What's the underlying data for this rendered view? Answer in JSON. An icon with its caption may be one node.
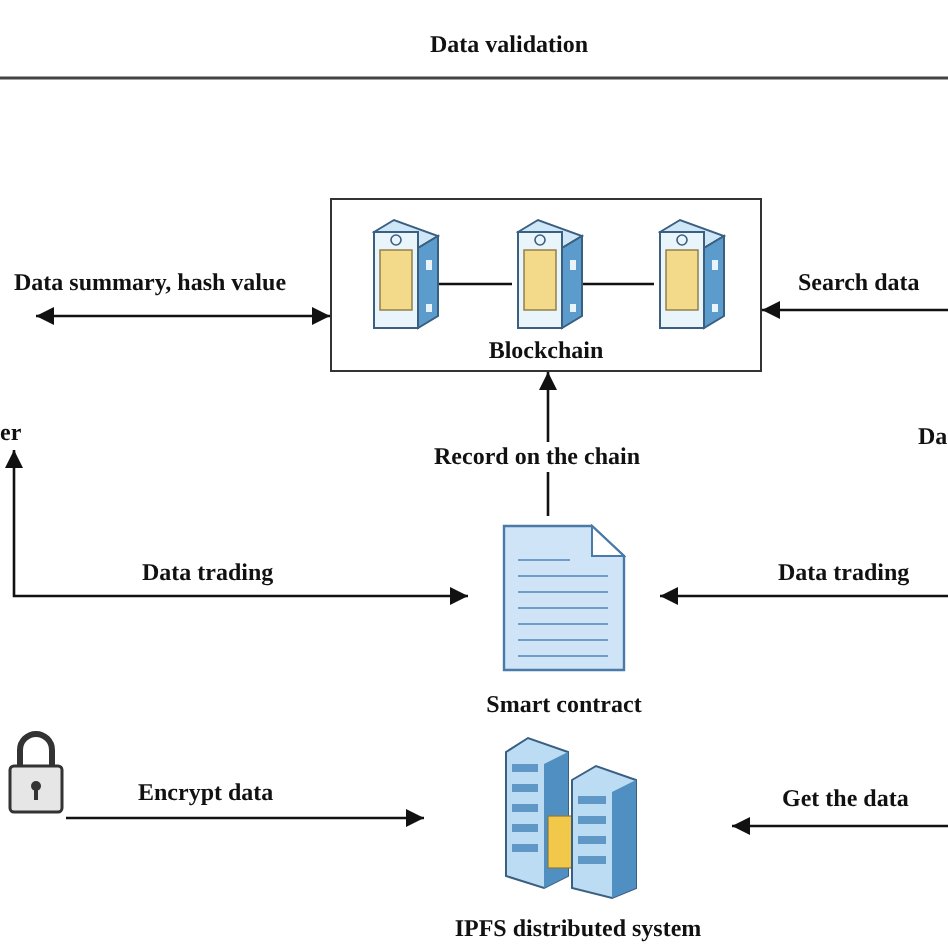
{
  "diagram": {
    "nodes": [
      {
        "text": [
          "Blockchain"
        ]
      },
      {
        "text": [],
        "shape": "picture",
        "in": 0
      },
      {
        "text": [],
        "shape": "picture",
        "in": 0
      },
      {
        "text": [],
        "shape": "picture",
        "in": 0
      },
      {
        "text": [
          "Smart  contract"
        ]
      },
      {
        "text": [
          "IPFS distributed system"
        ]
      },
      {
        "text": [
          "er"
        ]
      },
      {
        "text": [],
        "shape": "picture"
      }
    ],
    "edges": [
      {
        "from": 1,
        "to": 2,
        "arrow": "none"
      },
      {
        "from": 2,
        "to": 3,
        "arrow": "none"
      },
      {
        "from": null,
        "to": 0,
        "arrow": "both",
        "label": "Data summary, hash value"
      },
      {
        "from": null,
        "to": 0,
        "arrow": "to",
        "label": "Search data"
      },
      {
        "from": 4,
        "to": 0,
        "arrow": "to",
        "label": "Record on the chain"
      },
      {
        "from": 6,
        "to": 4,
        "arrow": "both",
        "label": "Data trading"
      },
      {
        "from": null,
        "to": 4,
        "arrow": "to",
        "label": "Data trading"
      },
      {
        "from": 7,
        "to": 5,
        "arrow": "to",
        "label": "Encrypt data"
      },
      {
        "from": null,
        "to": 5,
        "arrow": "to",
        "label": "Get the data"
      }
    ],
    "labels": [
      "Data validation",
      "Da"
    ]
  }
}
